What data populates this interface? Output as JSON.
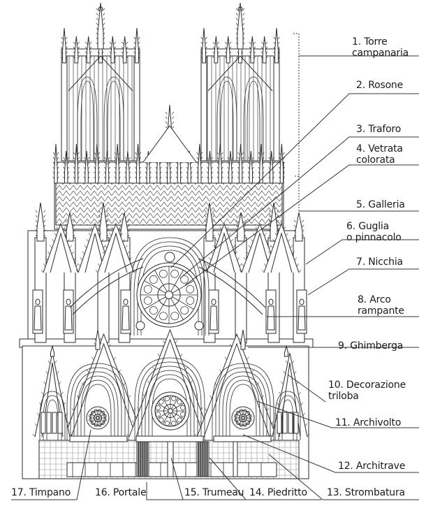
{
  "labels": [
    {
      "id": "torre",
      "text": "1. Torre\ncampanaria"
    },
    {
      "id": "rosone",
      "text": "2. Rosone"
    },
    {
      "id": "traforo",
      "text": "3. Traforo"
    },
    {
      "id": "vetrata",
      "text": "4. Vetrata\ncolorata"
    },
    {
      "id": "galleria",
      "text": "5. Galleria"
    },
    {
      "id": "guglia",
      "text": "6. Guglia\no pinnacolo"
    },
    {
      "id": "nicchia",
      "text": "7. Nicchia"
    },
    {
      "id": "arco",
      "text": "8. Arco\nrampante"
    },
    {
      "id": "ghimberga",
      "text": "9. Ghimberga"
    },
    {
      "id": "decorazione",
      "text": "10. Decorazione\ntriloba"
    },
    {
      "id": "archivolto",
      "text": "11. Archivolto"
    },
    {
      "id": "architrave",
      "text": "12. Architrave"
    },
    {
      "id": "strombatura",
      "text": "13. Strombatura"
    },
    {
      "id": "piedritto",
      "text": "14. Piedritto"
    },
    {
      "id": "trumeau",
      "text": "15. Trumeau"
    },
    {
      "id": "portale",
      "text": "16. Portale"
    },
    {
      "id": "timpano",
      "text": "17. Timpano"
    }
  ]
}
